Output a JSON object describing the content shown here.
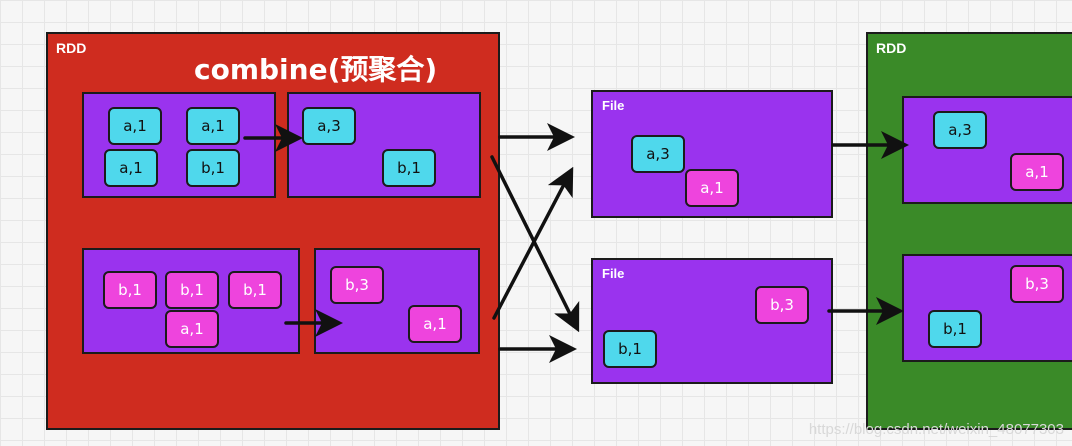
{
  "left_rdd": {
    "label": "RDD",
    "title": "combine(预聚合)",
    "top_src": [
      "a,1",
      "a,1",
      "a,1",
      "b,1"
    ],
    "top_dst": [
      "a,3",
      "b,1"
    ],
    "bottom_src": [
      "b,1",
      "b,1",
      "b,1",
      "a,1"
    ],
    "bottom_dst": [
      "b,3",
      "a,1"
    ]
  },
  "file_top": {
    "label": "File",
    "chips": [
      "a,3",
      "a,1"
    ]
  },
  "file_bottom": {
    "label": "File",
    "chips": [
      "b,3",
      "b,1"
    ]
  },
  "right_rdd": {
    "label": "RDD",
    "top_chips": [
      "a,3",
      "a,1"
    ],
    "bottom_chips": [
      "b,3",
      "b,1"
    ]
  },
  "watermark": "https://blog.csdn.net/weixin_48077303",
  "colors": {
    "rdd_red": "#cf2c1f",
    "rdd_green": "#3a8a28",
    "partition_purple": "#9a33ee",
    "chip_a_cyan": "#4fd8ec",
    "chip_b_magenta": "#ee44dd"
  }
}
